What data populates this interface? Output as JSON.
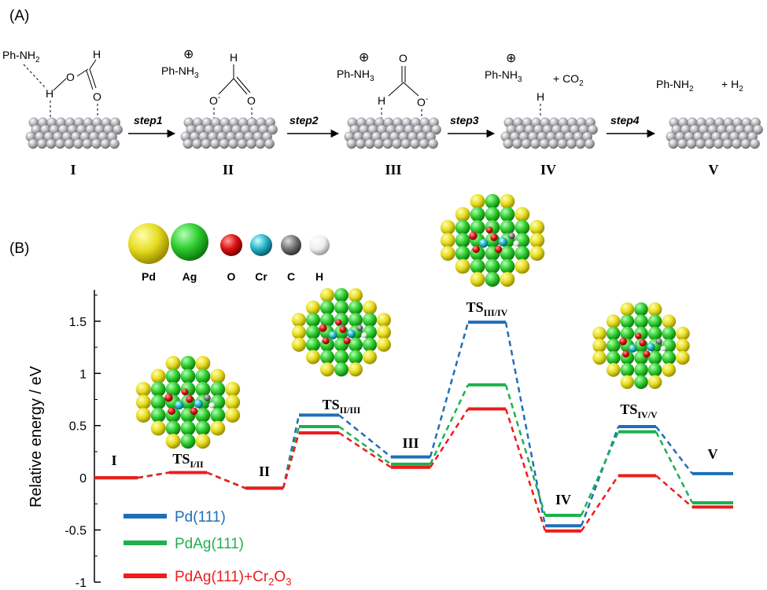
{
  "panel_a": {
    "label": "(A)",
    "molecule_I": {
      "amine": "Ph-NH",
      "amine_sub": "2",
      "o_left": "O",
      "h_top": "H",
      "h_left": "H",
      "o_right": "O"
    },
    "molecule_II": {
      "charge": "⊕",
      "amine": "Ph-NH",
      "amine_sub": "3",
      "h_top": "H",
      "o_left": "O",
      "o_left_sup": "-",
      "o_right": "O"
    },
    "molecule_III": {
      "charge": "⊕",
      "amine": "Ph-NH",
      "amine_sub": "3",
      "o_top": "O",
      "h_left": "H",
      "o_right": "O",
      "o_right_sup": "-"
    },
    "molecule_IV": {
      "charge": "⊕",
      "amine": "Ph-NH",
      "amine_sub": "3",
      "co2": "+ CO",
      "co2_sub": "2",
      "h": "H"
    },
    "molecule_V": {
      "amine": "Ph-NH",
      "amine_sub": "2",
      "h2": "+ H",
      "h2_sub": "2"
    },
    "steps": [
      "step1",
      "step2",
      "step3",
      "step4"
    ],
    "state_labels": [
      "I",
      "II",
      "III",
      "IV",
      "V"
    ]
  },
  "panel_b": {
    "label": "(B)",
    "atom_legend": [
      {
        "symbol": "Pd",
        "color": "#e8e030"
      },
      {
        "symbol": "Ag",
        "color": "#2ecc2e"
      },
      {
        "symbol": "O",
        "color": "#dd1111"
      },
      {
        "symbol": "Cr",
        "color": "#28b4c8"
      },
      {
        "symbol": "C",
        "color": "#777777"
      },
      {
        "symbol": "H",
        "color": "#eeeeee"
      }
    ]
  },
  "chart_data": {
    "type": "line",
    "ylabel": "Relative energy / eV",
    "ylim": [
      -1,
      1.8
    ],
    "yticks": [
      "-1",
      "-0.5",
      "0",
      "0.5",
      "1",
      "1.5"
    ],
    "ytick_values": [
      -1,
      -0.5,
      0,
      0.5,
      1,
      1.5
    ],
    "states": [
      "I",
      "TS_I/II",
      "II",
      "TS_II/III",
      "III",
      "TS_III/IV",
      "IV",
      "TS_IV/V",
      "V"
    ],
    "state_labels": [
      {
        "main": "TS",
        "sub": "I/II"
      },
      {
        "main": "TS",
        "sub": "II/III"
      },
      {
        "main": "TS",
        "sub": "III/IV"
      },
      {
        "main": "TS",
        "sub": "IV/V"
      }
    ],
    "plain_labels": [
      "I",
      "II",
      "III",
      "IV",
      "V"
    ],
    "series": [
      {
        "name": "Pd(111)",
        "color": "#1f6fb8",
        "values": [
          0,
          0.05,
          -0.1,
          0.6,
          0.2,
          1.49,
          -0.46,
          0.49,
          0.04
        ]
      },
      {
        "name": "PdAg(111)",
        "color": "#1fb050",
        "values": [
          0,
          0.05,
          -0.1,
          0.49,
          0.13,
          0.89,
          -0.36,
          0.44,
          -0.24
        ]
      },
      {
        "name": "PdAg(111)+Cr2O3",
        "color": "#ee1c1c",
        "values": [
          0,
          0.05,
          -0.1,
          0.43,
          0.1,
          0.66,
          -0.51,
          0.02,
          -0.28
        ]
      }
    ],
    "legend": [
      {
        "name": "Pd(111)",
        "main": "Pd(111)",
        "sub": "",
        "tail": ""
      },
      {
        "name": "PdAg(111)",
        "main": "PdAg(111)",
        "sub": "",
        "tail": ""
      },
      {
        "name": "PdAg(111)+Cr2O3",
        "main": "PdAg(111)+Cr",
        "sub": "2",
        "tail": "O",
        "sub2": "3"
      }
    ],
    "legend_position": "bottom-left",
    "grid": false
  }
}
